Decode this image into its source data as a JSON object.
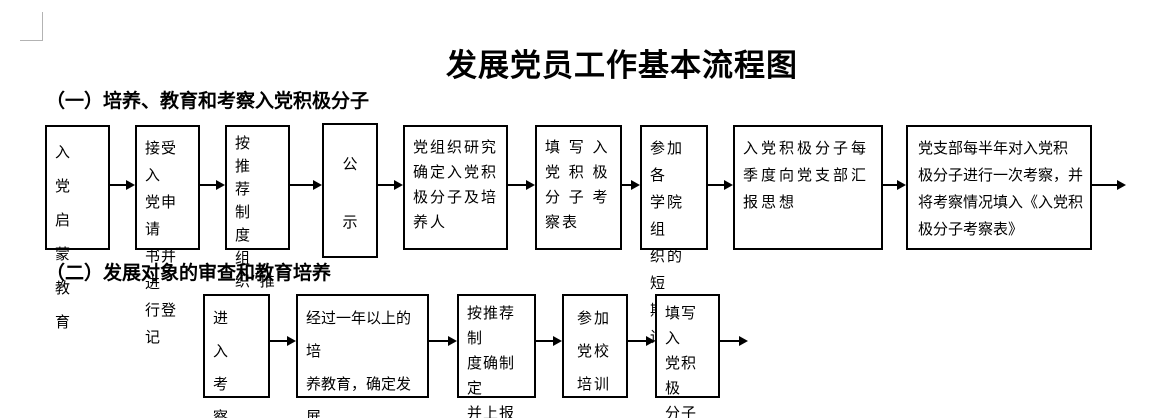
{
  "title": "发展党员工作基本流程图",
  "colors": {
    "text": "#000000",
    "line": "#000000",
    "background": "#ffffff",
    "margin_mark": "#b3b3b3"
  },
  "sections": [
    {
      "label": "（一）培养、教育和考察入党积极分子",
      "boxes": [
        {
          "text": "入　党\n启　蒙\n教　育"
        },
        {
          "text": "接受入\n党申请\n书并进\n行登记"
        },
        {
          "text": "按　推\n荐　制\n度　组\n织“推\n优”"
        },
        {
          "text": "公\n示"
        },
        {
          "text": "党组织研究\n确定入党积\n极分子及培\n养人"
        },
        {
          "text": "填 写 入\n党 积 极\n分 子 考\n察表"
        },
        {
          "text": "参加各\n学院组\n织的短\n期培训"
        },
        {
          "text": "入党积极分子每\n季度向党支部汇\n报思想"
        },
        {
          "text": "党支部每半年对入党积\n极分子进行一次考察，并\n将考察情况填入《入党积\n极分子考察表》"
        }
      ]
    },
    {
      "label": "（二）发展对象的审查和教育培养",
      "boxes": [
        {
          "text": "进　入\n考　察\n期"
        },
        {
          "text": "经过一年以上的培\n养教育，确定发展\n对象"
        },
        {
          "text": "按推荐制\n度确制定\n并上报拟\n发展计划"
        },
        {
          "text": "参加\n党校\n培训"
        },
        {
          "text": "填写入\n党积极\n分子综\n合意见"
        }
      ]
    }
  ]
}
